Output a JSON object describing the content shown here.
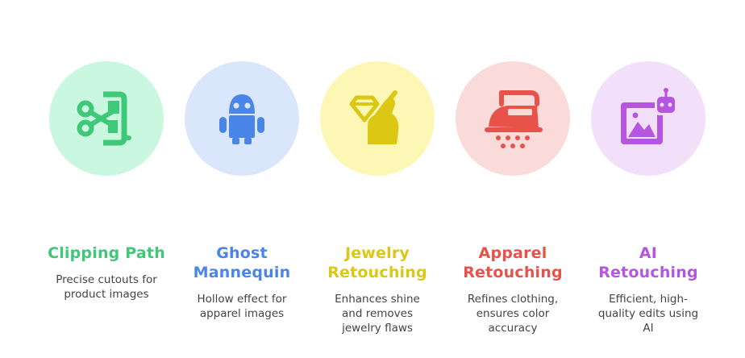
{
  "services": [
    {
      "icon": "scissors-image-icon",
      "title_lines": [
        "Clipping Path"
      ],
      "desc_lines": [
        "Precise cutouts for",
        "product images"
      ],
      "accent": "#3fc878",
      "bg": "#c9f7e0"
    },
    {
      "icon": "ghost-mannequin-icon",
      "title_lines": [
        "Ghost",
        "Mannequin"
      ],
      "desc_lines": [
        "Hollow effect for",
        "apparel images"
      ],
      "accent": "#4a86e8",
      "bg": "#dae6fb"
    },
    {
      "icon": "diamond-hand-icon",
      "title_lines": [
        "Jewelry",
        "Retouching"
      ],
      "desc_lines": [
        "Enhances shine",
        "and removes",
        "jewelry flaws"
      ],
      "accent": "#dcc814",
      "bg": "#fdf7b6"
    },
    {
      "icon": "steam-iron-icon",
      "title_lines": [
        "Apparel",
        "Retouching"
      ],
      "desc_lines": [
        "Refines clothing,",
        "ensures color",
        "accuracy"
      ],
      "accent": "#e8524a",
      "bg": "#fbdada"
    },
    {
      "icon": "ai-robot-image-icon",
      "title_lines": [
        "AI",
        "Retouching"
      ],
      "desc_lines": [
        "Efficient, high-",
        "quality edits using",
        "AI"
      ],
      "accent": "#b655e0",
      "bg": "#f2e0fb"
    }
  ]
}
